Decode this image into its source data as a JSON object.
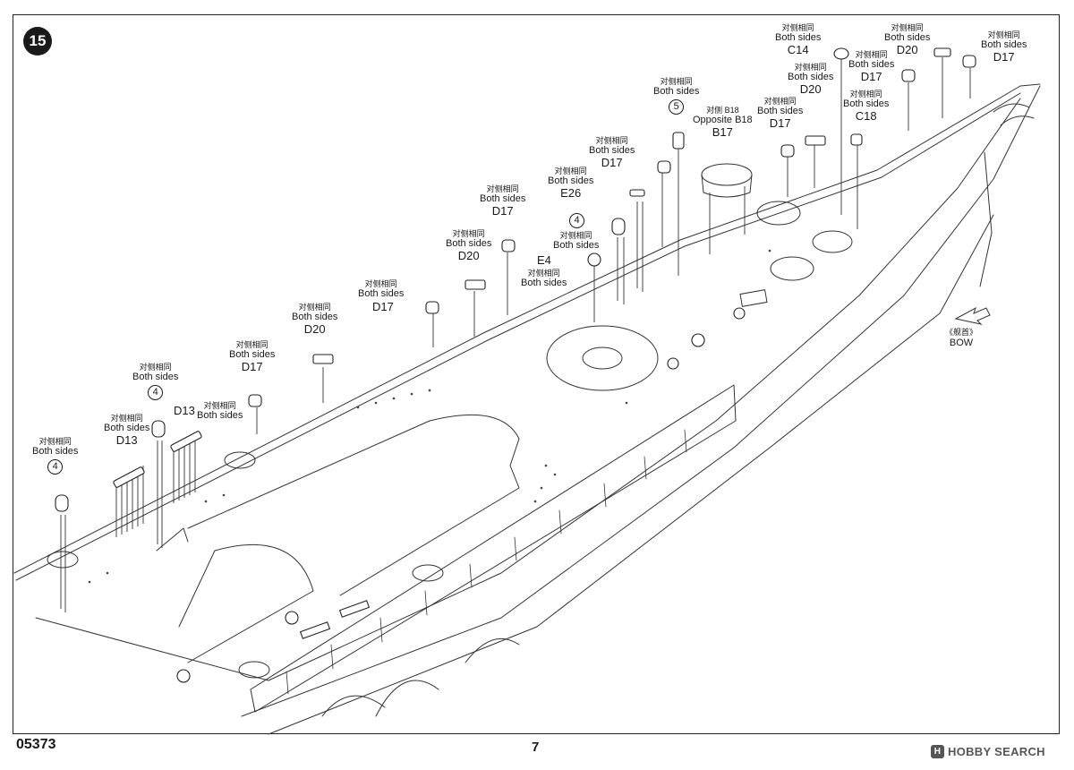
{
  "step_number": "15",
  "footer": {
    "code": "05373",
    "page": "7",
    "brand": "HOBBY SEARCH",
    "brand_logo": "hobby-search-logo-icon"
  },
  "bow": {
    "cn": "《舰首》",
    "en": "BOW",
    "icon": "arrow-icon"
  },
  "callouts": [
    {
      "id": "c1",
      "cn": "对侧相同",
      "en": "Both sides",
      "qty": "4"
    },
    {
      "id": "c2",
      "cn": "对侧相同",
      "en": "Both sides",
      "part": "D13"
    },
    {
      "id": "c3",
      "cn": "对侧相同",
      "en": "Both sides",
      "qty": "4"
    },
    {
      "id": "c4",
      "part": "D13",
      "cn": "对侧相同",
      "en": "Both sides"
    },
    {
      "id": "c5",
      "cn": "对侧相同",
      "en": "Both sides",
      "part": "D17"
    },
    {
      "id": "c6",
      "cn": "对侧相同",
      "en": "Both sides",
      "part": "D20"
    },
    {
      "id": "c7",
      "cn": "对侧相同",
      "en": "Both sides",
      "part": "D17"
    },
    {
      "id": "c8",
      "cn": "对侧相同",
      "en": "Both sides",
      "part": "D20"
    },
    {
      "id": "c9",
      "cn": "对侧相同",
      "en": "Both sides",
      "part": "D17"
    },
    {
      "id": "c10",
      "qty": "4",
      "cn": "对侧相同",
      "en": "Both sides"
    },
    {
      "id": "c11",
      "part": "E4",
      "cn": "对侧相同",
      "en": "Both sides"
    },
    {
      "id": "c12",
      "cn": "对侧相同",
      "en": "Both sides",
      "part": "E26"
    },
    {
      "id": "c13",
      "cn": "对侧相同",
      "en": "Both sides",
      "part": "D17"
    },
    {
      "id": "c14",
      "cn": "对侧相同",
      "en": "Both sides",
      "qty": "5"
    },
    {
      "id": "c15",
      "cn": "对侧 B18",
      "en": "Opposite B18",
      "part": "B17"
    },
    {
      "id": "c16",
      "cn": "对侧相同",
      "en": "Both sides",
      "part": "D17"
    },
    {
      "id": "c17",
      "cn": "对侧相同",
      "en": "Both sides",
      "part": "D20"
    },
    {
      "id": "c18",
      "cn": "对侧相同",
      "en": "Both sides",
      "part": "C14"
    },
    {
      "id": "c19",
      "cn": "对侧相同",
      "en": "Both sides",
      "part": "D17"
    },
    {
      "id": "c20",
      "cn": "对侧相同",
      "en": "Both sides",
      "part": "C18"
    },
    {
      "id": "c21",
      "cn": "对侧相同",
      "en": "Both sides",
      "part": "D20"
    },
    {
      "id": "c22",
      "cn": "对侧相同",
      "en": "Both sides",
      "part": "D17"
    }
  ]
}
